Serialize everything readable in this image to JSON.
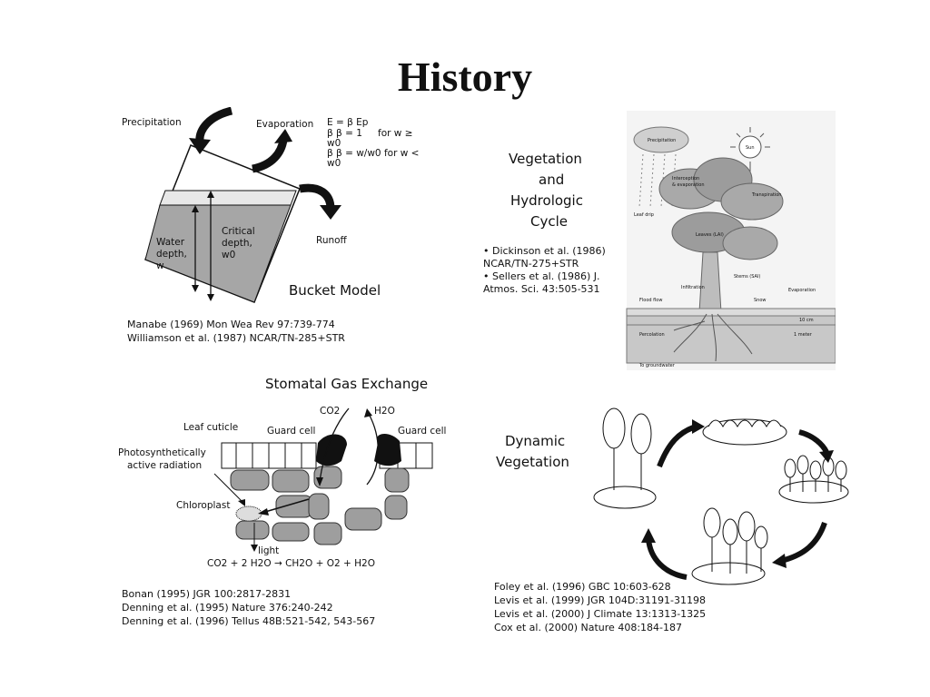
{
  "page": {
    "title": "History"
  },
  "bucket": {
    "precipitation": "Precipitation",
    "evaporation": "Evaporation",
    "eq1": "E = β Ep",
    "eq2": "β β = 1",
    "eq2b": "for w ≥",
    "eq3": "w0",
    "eq4": "β β = w/w0  for w <",
    "eq5": "w0",
    "runoff": "Runoff",
    "water_depth_1": "Water",
    "water_depth_2": "depth,",
    "water_depth_3": "w",
    "critical_1": "Critical",
    "critical_2": "depth,",
    "critical_3": "w0",
    "model_title": "Bucket Model",
    "cite1": "Manabe (1969) Mon Wea Rev 97:739-774",
    "cite2": "Williamson et al. (1987) NCAR/TN-285+STR"
  },
  "vegetation": {
    "title1": "Vegetation",
    "title2": "and",
    "title3": "Hydrologic",
    "title4": "Cycle",
    "cite1": "• Dickinson et al. (1986)",
    "cite2": "NCAR/TN-275+STR",
    "cite3": "• Sellers et al. (1986) J.",
    "cite4": "Atmos. Sci. 43:505-531",
    "labels": {
      "precip": "Precipitation",
      "sun": "Sun",
      "interception": "Interception",
      "evap": "& evaporation",
      "leaf_drip": "Leaf drip",
      "transpiration": "Transpiration",
      "leaves": "Leaves (LAI)",
      "stems": "Stems (SAI)",
      "infiltration": "Infiltration",
      "evaporation": "Evaporation",
      "flood": "Flood flow",
      "snow": "Snow",
      "percolation": "Percolation",
      "ground": "To groundwater",
      "layer1": "10 cm",
      "layer2": "1 meter"
    }
  },
  "stomatal": {
    "title": "Stomatal Gas Exchange",
    "co2": "CO2",
    "h2o": "H2O",
    "leaf_cuticle": "Leaf cuticle",
    "guard_cell_1": "Guard cell",
    "guard_cell_2": "Guard cell",
    "par1": "Photosynthetically",
    "par2": "active radiation",
    "chloroplast": "Chloroplast",
    "light": "light",
    "equation": "CO2 + 2 H2O → CH2O + O2 + H2O",
    "cite1": "Bonan (1995) JGR 100:2817-2831",
    "cite2": "Denning et al. (1995) Nature 376:240-242",
    "cite3": "Denning et al. (1996) Tellus 48B:521-542, 543-567"
  },
  "dynamic": {
    "title1": "Dynamic",
    "title2": "Vegetation",
    "cite1": "Foley et al. (1996) GBC 10:603-628",
    "cite2": "Levis et al. (1999) JGR 104D:31191-31198",
    "cite3": "Levis et al. (2000) J Climate 13:1313-1325",
    "cite4": "Cox et al. (2000) Nature 408:184-187"
  },
  "colors": {
    "water": "#a6a6a6",
    "cell": "#9e9e9e",
    "soil": "#c8c8c8",
    "dark": "#111111"
  }
}
